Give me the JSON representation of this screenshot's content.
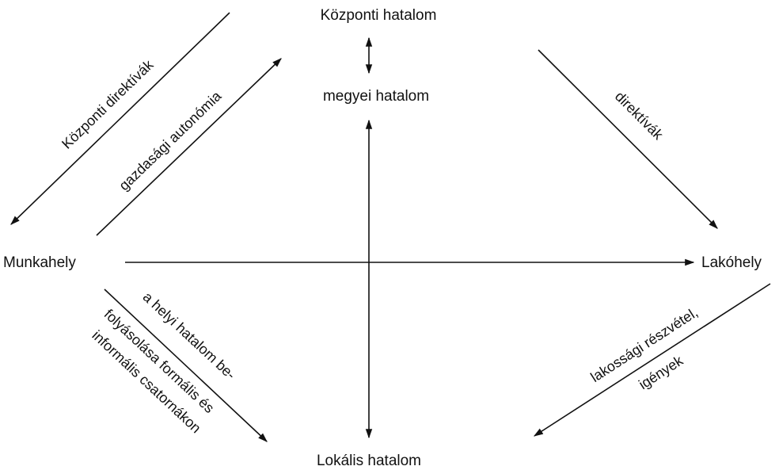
{
  "nodes": {
    "top": "Központi hatalom",
    "upper_middle": "megyei hatalom",
    "left": "Munkahely",
    "right": "Lakóhely",
    "bottom": "Lokális hatalom"
  },
  "edge_labels": {
    "left_outer": "Központi direktívák",
    "left_inner": "gazdasági autonómia",
    "right_upper": "direktívák",
    "lower_left_line1": "a helyi hatalom be-",
    "lower_left_line2": "folyásolása formális és",
    "lower_left_line3": "informális csatornákon",
    "lower_right_line1": "lakossági részvétel,",
    "lower_right_line2": "igények"
  }
}
